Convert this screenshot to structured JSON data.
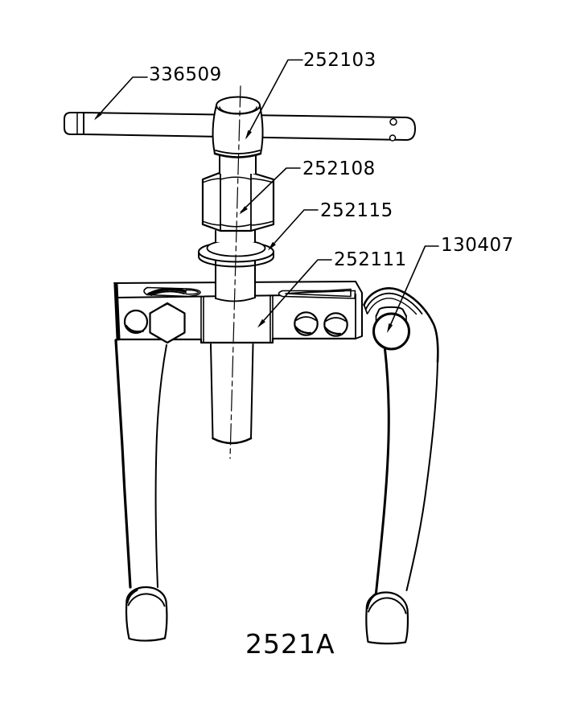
{
  "diagram": {
    "type": "technical-parts-drawing",
    "tool": "two-jaw-puller",
    "model_number": "2521A",
    "colors": {
      "line": "#000000",
      "background": "#ffffff"
    },
    "parts": [
      {
        "id": "handle-bar",
        "number": "336509"
      },
      {
        "id": "screw-head",
        "number": "252103"
      },
      {
        "id": "hex-nut",
        "number": "252108"
      },
      {
        "id": "washer",
        "number": "252115"
      },
      {
        "id": "yoke-crossarm",
        "number": "252111"
      },
      {
        "id": "puller-leg",
        "number": "130407"
      }
    ]
  }
}
